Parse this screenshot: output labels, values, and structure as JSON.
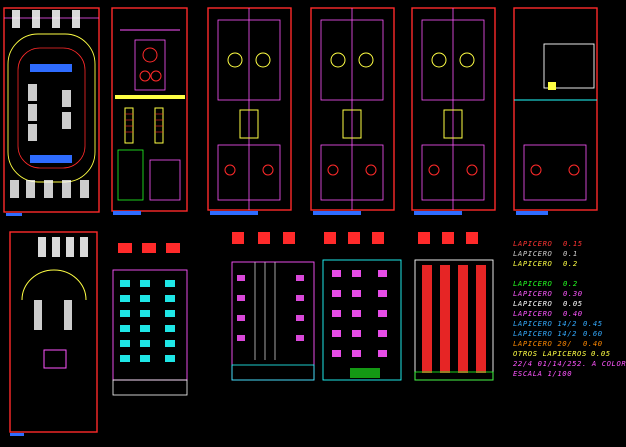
{
  "drawing": {
    "layer_legend": [
      {
        "label": "LAPICERO",
        "value": "0.15",
        "color": "#ff3333"
      },
      {
        "label": "LAPICERO",
        "value": "0.1",
        "color": "#cccccc"
      },
      {
        "label": "LAPICERO",
        "value": "0.2",
        "color": "#ffff44"
      },
      {
        "label": "LAPICERO",
        "value": "0.2",
        "color": "#22ff22"
      },
      {
        "label": "LAPICERO",
        "value": "0.30",
        "color": "#ff55ff"
      },
      {
        "label": "LAPICERO",
        "value": "0.05",
        "color": "#ffffff"
      },
      {
        "label": "LAPICERO",
        "value": "0.40",
        "color": "#ff55ff"
      },
      {
        "label": "LAPICERO 14/2",
        "value": "0.45",
        "color": "#33aaff"
      },
      {
        "label": "LAPICERO 14/2",
        "value": "0.60",
        "color": "#33aaff"
      },
      {
        "label": "LAPICERO 20/",
        "value": "0.40",
        "color": "#ff8800"
      },
      {
        "label": "OTROS LAPICEROS",
        "value": "0.05",
        "color": "#ffff44"
      }
    ],
    "notes": [
      {
        "text": "22/4 01/14/252. A COLOR",
        "color": "#ff55ff"
      },
      {
        "text": "ESCALA 1/100",
        "color": "#ff55ff"
      }
    ]
  }
}
